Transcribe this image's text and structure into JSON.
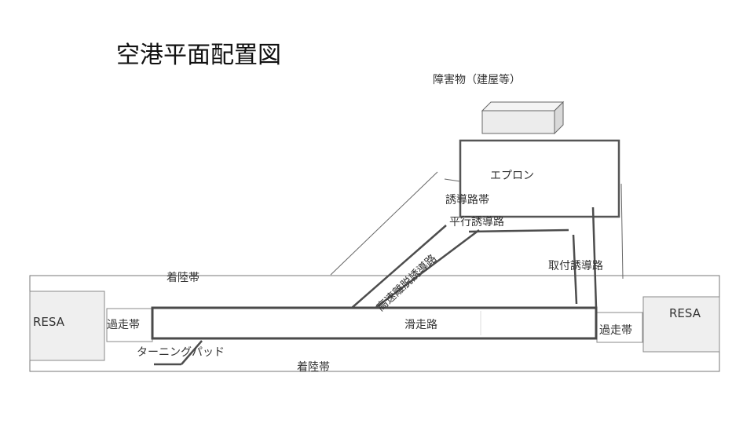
{
  "title": "空港平面配置図",
  "labels": {
    "obstacle": "障害物（建屋等）",
    "apron": "エプロン",
    "taxiway_strip": "誘導路帯",
    "parallel_taxiway": "平行誘導路",
    "rapid_exit_taxiway": "高速離脱誘導路",
    "access_taxiway": "取付誘導路",
    "landing_strip_top": "着陸帯",
    "landing_strip_bottom": "着陸帯",
    "runway": "滑走路",
    "resa_left": "RESA",
    "resa_right": "RESA",
    "overrun_left": "過走帯",
    "overrun_right": "過走帯",
    "turning_pad": "ターニングパッド"
  },
  "colors": {
    "stroke": "#555555",
    "runway_stroke": "#4a4a4a",
    "resa_fill": "#efefef",
    "obstacle_fill": "#ececec",
    "text": "#333333"
  }
}
